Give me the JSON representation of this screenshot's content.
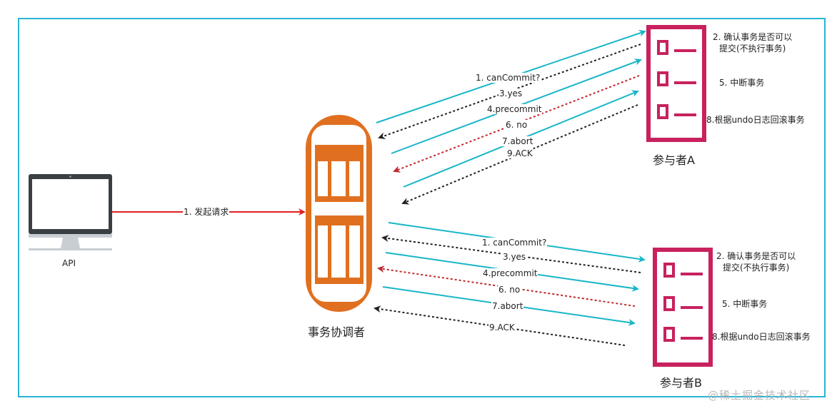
{
  "nodes": {
    "api": "API",
    "coordinator": "事务协调者",
    "participant_a": "参与者A",
    "participant_b": "参与者B"
  },
  "request_label": "1. 发起请求",
  "flow_a": {
    "can_commit": "1. canCommit?",
    "yes": "3.yes",
    "precommit": "4.precommit",
    "no": "6. no",
    "abort": "7.abort",
    "ack": "9.ACK"
  },
  "flow_b": {
    "can_commit": "1. canCommit?",
    "yes": "3.yes",
    "precommit": "4.precommit",
    "no": "6. no",
    "abort": "7.abort",
    "ack": "9.ACK"
  },
  "notes_a": {
    "confirm_line1": "2. 确认事务是否可以",
    "confirm_line2": "提交(不执行事务)",
    "interrupt": "5. 中断事务",
    "rollback": "8.根据undo日志回滚事务"
  },
  "notes_b": {
    "confirm_line1": "2. 确认事务是否可以",
    "confirm_line2": "提交(不执行事务)",
    "interrupt": "5. 中断事务",
    "rollback": "8.根据undo日志回滚事务"
  },
  "watermark": "@稀土掘金技术社区",
  "colors": {
    "frame": "#29b6d6",
    "request": "#e02020",
    "forward": "#18b6c8",
    "reply": "#222222",
    "abort_reply": "#c0282e",
    "coordinator": "#e07020",
    "participant": "#c8215e",
    "monitor": "#3a3f44"
  },
  "icons": [
    "monitor-icon",
    "coordinator-server-icon",
    "participant-list-icon"
  ]
}
